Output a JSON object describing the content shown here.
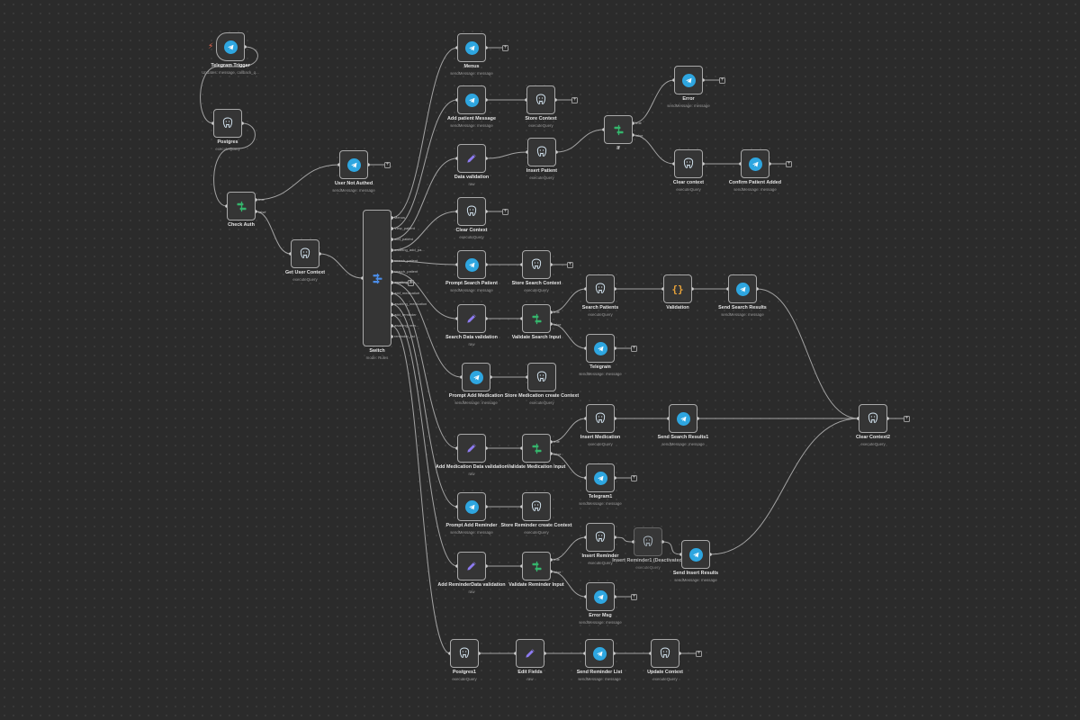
{
  "colors": {
    "background": "#2b2b2b",
    "node_fill": "#353535",
    "node_border": "#a9a9a9",
    "edge": "#a3a3a3",
    "telegram": "#2ea6e0",
    "postgres": "#d7e8f4",
    "if_switch": "#35b56c",
    "switch_icon": "#4b8de8",
    "edit_fields": "#8d7bf0",
    "code": "#e8a33a",
    "trigger_bolt": "#f26b52"
  },
  "nodes": [
    {
      "id": "telegram_trigger",
      "name": "telegram-trigger-node",
      "icon": "telegram-icon",
      "title": "Telegram Trigger",
      "subtitle": "Updates: message, callback_q..."
    },
    {
      "id": "postgres",
      "name": "postgres-node",
      "icon": "postgres-icon",
      "title": "Postgres",
      "subtitle": "executeQuery"
    },
    {
      "id": "check_auth",
      "name": "check-auth-node",
      "icon": "if-icon",
      "title": "Check Auth",
      "subtitle": ""
    },
    {
      "id": "user_not_authed",
      "name": "user-not-authed-node",
      "icon": "telegram-icon",
      "title": "User Not Authed",
      "subtitle": "sendMessage: message"
    },
    {
      "id": "get_user_context",
      "name": "get-user-context-node",
      "icon": "postgres-icon",
      "title": "Get User Context",
      "subtitle": "executeQuery"
    },
    {
      "id": "switch",
      "name": "switch-node",
      "icon": "switch-icon",
      "title": "Switch",
      "subtitle": "mode: Rules"
    },
    {
      "id": "menus",
      "name": "menus-node",
      "icon": "telegram-icon",
      "title": "Menus",
      "subtitle": "sendMessage: message"
    },
    {
      "id": "add_patient_message",
      "name": "add-patient-message-node",
      "icon": "telegram-icon",
      "title": "Add patient Message",
      "subtitle": "sendMessage: message"
    },
    {
      "id": "store_context",
      "name": "store-context-node",
      "icon": "postgres-icon",
      "title": "Store Context",
      "subtitle": "executeQuery"
    },
    {
      "id": "data_validation",
      "name": "data-validation-node",
      "icon": "edit-icon",
      "title": "Data validation",
      "subtitle": "raw"
    },
    {
      "id": "insert_patient",
      "name": "insert-patient-node",
      "icon": "postgres-icon",
      "title": "Insert Patient",
      "subtitle": "executeQuery"
    },
    {
      "id": "if",
      "name": "if-node",
      "icon": "if-icon",
      "title": "If",
      "subtitle": ""
    },
    {
      "id": "error",
      "name": "error-node",
      "icon": "telegram-icon",
      "title": "Error",
      "subtitle": "sendMessage: message"
    },
    {
      "id": "clear_context",
      "name": "clear-context-node",
      "icon": "postgres-icon",
      "title": "Clear context",
      "subtitle": "executeQuery"
    },
    {
      "id": "confirm_patient_added",
      "name": "confirm-patient-added-node",
      "icon": "telegram-icon",
      "title": "Confirm Patient Added",
      "subtitle": "sendMessage: message"
    },
    {
      "id": "clear_context_b",
      "name": "clear-context-b-node",
      "icon": "postgres-icon",
      "title": "Clear Context",
      "subtitle": "executeQuery"
    },
    {
      "id": "prompt_search_patient",
      "name": "prompt-search-patient-node",
      "icon": "telegram-icon",
      "title": "Prompt Search Patient",
      "subtitle": "sendMessage: message"
    },
    {
      "id": "store_search_context",
      "name": "store-search-context-node",
      "icon": "postgres-icon",
      "title": "Store Search Context",
      "subtitle": "executeQuery"
    },
    {
      "id": "search_patients",
      "name": "search-patients-node",
      "icon": "postgres-icon",
      "title": "Search Patients",
      "subtitle": "executeQuery"
    },
    {
      "id": "validation",
      "name": "validation-node",
      "icon": "code-icon",
      "title": "Validation",
      "subtitle": ""
    },
    {
      "id": "send_search_results",
      "name": "send-search-results-node",
      "icon": "telegram-icon",
      "title": "Send Search Results",
      "subtitle": "sendMessage: message"
    },
    {
      "id": "search_data_validation",
      "name": "search-data-validation-node",
      "icon": "edit-icon",
      "title": "Search Data validation",
      "subtitle": "raw"
    },
    {
      "id": "validate_search_input",
      "name": "validate-search-input-node",
      "icon": "if-icon",
      "title": "Validate Search Input",
      "subtitle": ""
    },
    {
      "id": "telegram",
      "name": "telegram-node",
      "icon": "telegram-icon",
      "title": "Telegram",
      "subtitle": "sendMessage: message"
    },
    {
      "id": "prompt_add_medication",
      "name": "prompt-add-medication-node",
      "icon": "telegram-icon",
      "title": "Prompt Add Medication",
      "subtitle": "sendMessage: message"
    },
    {
      "id": "store_medication_create_context",
      "name": "store-medication-create-context-node",
      "icon": "postgres-icon",
      "title": "Store Medication create Context",
      "subtitle": "executeQuery"
    },
    {
      "id": "insert_medication",
      "name": "insert-medication-node",
      "icon": "postgres-icon",
      "title": "Insert Medication",
      "subtitle": "executeQuery"
    },
    {
      "id": "send_search_results1",
      "name": "send-search-results1-node",
      "icon": "telegram-icon",
      "title": "Send Search Results1",
      "subtitle": "sendMessage: message"
    },
    {
      "id": "clear_context2",
      "name": "clear-context2-node",
      "icon": "postgres-icon",
      "title": "Clear Context2",
      "subtitle": "executeQuery"
    },
    {
      "id": "add_medication_data_validation",
      "name": "add-medication-data-validation-node",
      "icon": "edit-icon",
      "title": "Add Medication Data validation",
      "subtitle": "raw"
    },
    {
      "id": "validate_medication_input",
      "name": "validate-medication-input-node",
      "icon": "if-icon",
      "title": "Validate Medication Input",
      "subtitle": ""
    },
    {
      "id": "telegram1",
      "name": "telegram1-node",
      "icon": "telegram-icon",
      "title": "Telegram1",
      "subtitle": "sendMessage: message"
    },
    {
      "id": "prompt_add_reminder",
      "name": "prompt-add-reminder-node",
      "icon": "telegram-icon",
      "title": "Prompt Add Reminder",
      "subtitle": "sendMessage: message"
    },
    {
      "id": "store_reminder_create_context",
      "name": "store-reminder-create-context-node",
      "icon": "postgres-icon",
      "title": "Store Reminder create Context",
      "subtitle": "executeQuery"
    },
    {
      "id": "insert_reminder",
      "name": "insert-reminder-node",
      "icon": "postgres-icon",
      "title": "Insert Reminder",
      "subtitle": "executeQuery"
    },
    {
      "id": "insert_reminder1",
      "name": "insert-reminder1-node",
      "icon": "postgres-icon",
      "title": "Insert Reminder1 (Deactivated)",
      "subtitle": "executeQuery",
      "disabled": true
    },
    {
      "id": "send_insert_results",
      "name": "send-insert-results-node",
      "icon": "telegram-icon",
      "title": "Send Insert Results",
      "subtitle": "sendMessage: message"
    },
    {
      "id": "add_reminder_data_validation",
      "name": "add-reminder-data-validation-node",
      "icon": "edit-icon",
      "title": "Add ReminderData validation",
      "subtitle": "raw"
    },
    {
      "id": "validate_reminder_input",
      "name": "validate-reminder-input-node",
      "icon": "if-icon",
      "title": "Validate Reminder Input",
      "subtitle": ""
    },
    {
      "id": "error_msg",
      "name": "error-msg-node",
      "icon": "telegram-icon",
      "title": "Error Msg",
      "subtitle": "sendMessage: message"
    },
    {
      "id": "postgres1",
      "name": "postgres1-node",
      "icon": "postgres-icon",
      "title": "Postgres1",
      "subtitle": "executeQuery"
    },
    {
      "id": "edit_fields",
      "name": "edit-fields-node",
      "icon": "edit-icon",
      "title": "Edit Fields",
      "subtitle": "raw"
    },
    {
      "id": "send_reminder_list",
      "name": "send-reminder-list-node",
      "icon": "telegram-icon",
      "title": "Send Reminder List",
      "subtitle": "sendMessage: message"
    },
    {
      "id": "update_context",
      "name": "update-context-node",
      "icon": "postgres-icon",
      "title": "Update Context",
      "subtitle": "executeQuery"
    }
  ],
  "switch_outputs": [
    "Menus",
    "View_patient",
    "add_patient",
    "awaiting_add_pa...",
    "search_patient",
    "search_patient",
    "awaiting_sea...",
    "add_medication",
    "awaiting_medication",
    "add_reminder",
    "awaiting_rem...",
    "reminder_list"
  ],
  "if_output_labels": {
    "true": "true",
    "false": "false"
  },
  "edges": [
    [
      "telegram_trigger",
      "postgres"
    ],
    [
      "postgres",
      "check_auth"
    ],
    [
      "check_auth",
      "user_not_authed",
      0
    ],
    [
      "check_auth",
      "get_user_context",
      1
    ],
    [
      "get_user_context",
      "switch"
    ],
    [
      "switch",
      "menus",
      0
    ],
    [
      "switch",
      "add_patient_message",
      1
    ],
    [
      "switch",
      "data_validation",
      2
    ],
    [
      "switch",
      "clear_context_b",
      3
    ],
    [
      "switch",
      "prompt_search_patient",
      4
    ],
    [
      "switch",
      "search_data_validation",
      5
    ],
    [
      "switch",
      "prompt_add_medication",
      6
    ],
    [
      "switch",
      "add_medication_data_validation",
      7
    ],
    [
      "switch",
      "prompt_add_reminder",
      8
    ],
    [
      "switch",
      "add_reminder_data_validation",
      9
    ],
    [
      "switch",
      "postgres1",
      10
    ],
    [
      "add_patient_message",
      "store_context"
    ],
    [
      "data_validation",
      "insert_patient"
    ],
    [
      "insert_patient",
      "if"
    ],
    [
      "if",
      "error",
      0
    ],
    [
      "if",
      "clear_context",
      1
    ],
    [
      "clear_context",
      "confirm_patient_added"
    ],
    [
      "prompt_search_patient",
      "store_search_context"
    ],
    [
      "search_data_validation",
      "validate_search_input"
    ],
    [
      "validate_search_input",
      "search_patients",
      0
    ],
    [
      "validate_search_input",
      "telegram",
      1
    ],
    [
      "search_patients",
      "validation"
    ],
    [
      "validation",
      "send_search_results"
    ],
    [
      "send_search_results",
      "clear_context2"
    ],
    [
      "prompt_add_medication",
      "store_medication_create_context"
    ],
    [
      "add_medication_data_validation",
      "validate_medication_input"
    ],
    [
      "validate_medication_input",
      "insert_medication",
      0
    ],
    [
      "validate_medication_input",
      "telegram1",
      1
    ],
    [
      "insert_medication",
      "send_search_results1"
    ],
    [
      "send_search_results1",
      "clear_context2"
    ],
    [
      "prompt_add_reminder",
      "store_reminder_create_context"
    ],
    [
      "add_reminder_data_validation",
      "validate_reminder_input"
    ],
    [
      "validate_reminder_input",
      "insert_reminder",
      0
    ],
    [
      "validate_reminder_input",
      "error_msg",
      1
    ],
    [
      "insert_reminder",
      "insert_reminder1"
    ],
    [
      "insert_reminder1",
      "send_insert_results"
    ],
    [
      "send_insert_results",
      "clear_context2"
    ],
    [
      "postgres1",
      "edit_fields"
    ],
    [
      "edit_fields",
      "send_reminder_list"
    ],
    [
      "send_reminder_list",
      "update_context"
    ]
  ],
  "open_ends": [
    "user_not_authed",
    "menus",
    "store_context",
    "error",
    "confirm_patient_added",
    "clear_context_b",
    "store_search_context",
    "telegram",
    "telegram1",
    "error_msg",
    "update_context",
    "clear_context2",
    "switch_output_6"
  ]
}
